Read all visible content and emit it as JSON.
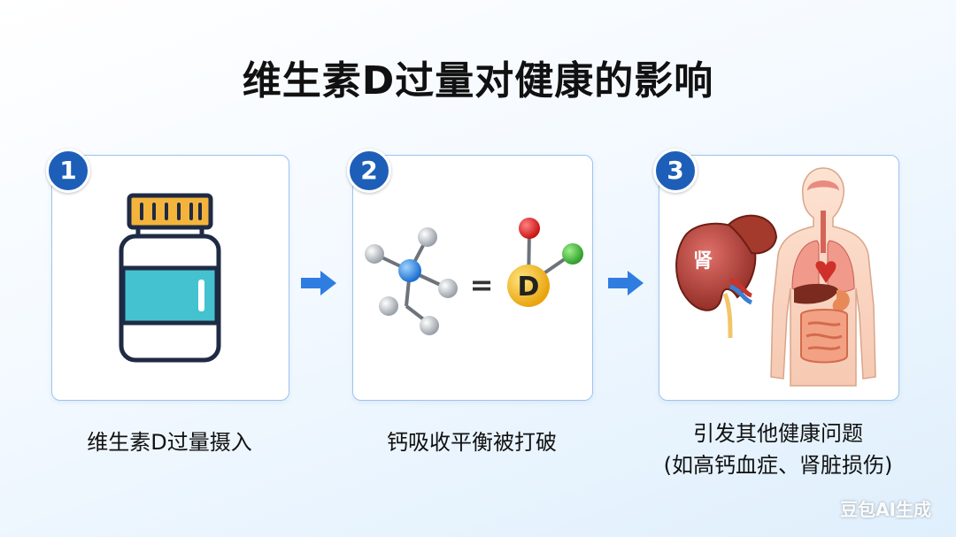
{
  "title": "维生素D过量对健康的影响",
  "steps": [
    {
      "number": "1",
      "caption": "维生素D过量摄入"
    },
    {
      "number": "2",
      "caption": "钙吸收平衡被打破",
      "equals": "=",
      "molecule_letter": "D"
    },
    {
      "number": "3",
      "caption_line1": "引发其他健康问题",
      "caption_line2": "(如高钙血症、肾脏损伤)",
      "kidney_label": "肾"
    }
  ],
  "watermark": "豆包AI生成",
  "colors": {
    "badge": "#1d5fb8",
    "arrow": "#2f7de0",
    "card_border": "#9ec3ee",
    "bottle_label": "#44c2d0",
    "bottle_cap": "#f4b43c"
  }
}
